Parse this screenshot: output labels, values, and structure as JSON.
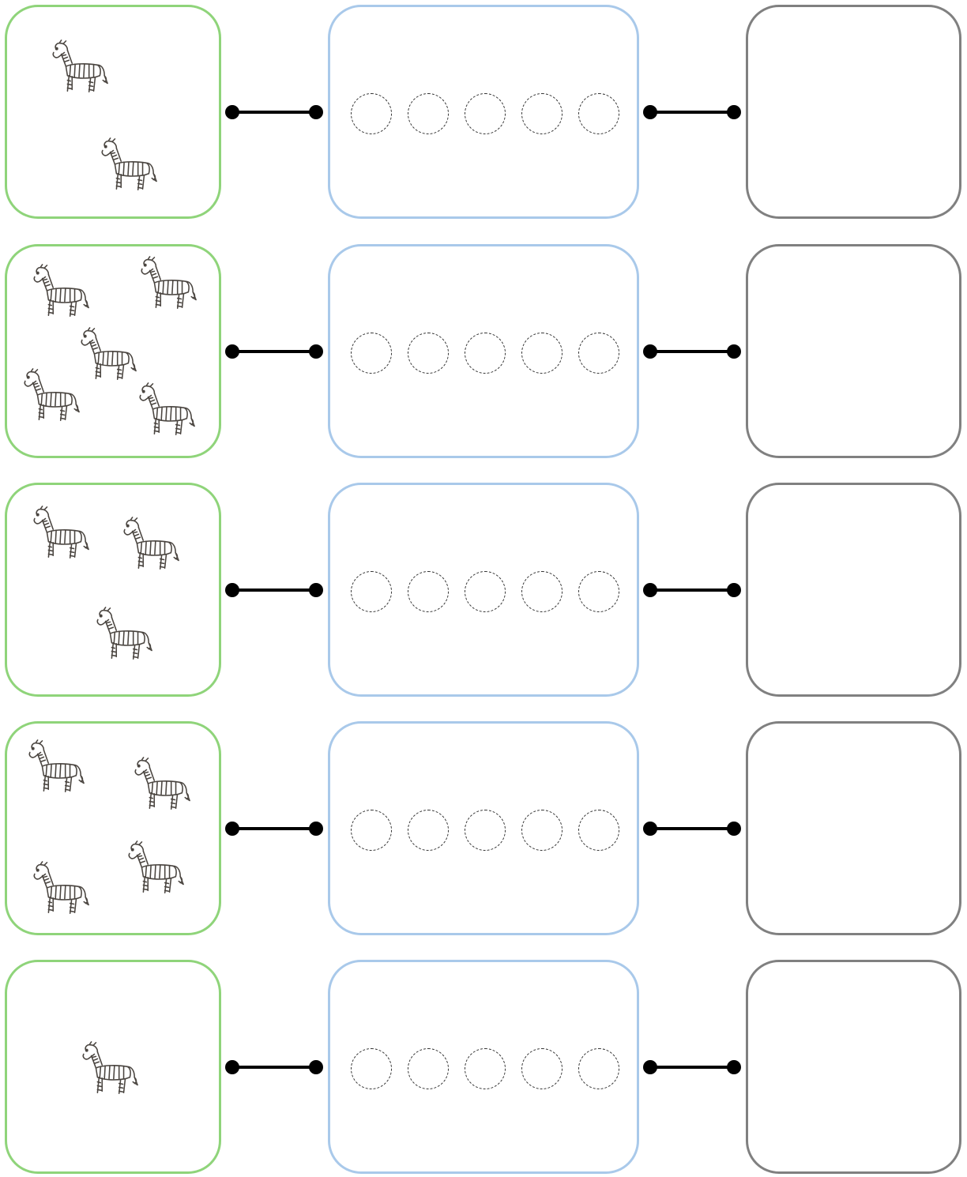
{
  "colors": {
    "picture_border": "#8fd47a",
    "circle_border": "#a9c9ea",
    "answer_border": "#808080",
    "connector": "#000000",
    "zebra_stroke": "#4a4540"
  },
  "icons": {
    "animal": "zebra-icon",
    "placeholder": "dashed-circle"
  },
  "rows": [
    {
      "zebra_count": 2,
      "circle_count": 5
    },
    {
      "zebra_count": 5,
      "circle_count": 5
    },
    {
      "zebra_count": 3,
      "circle_count": 5
    },
    {
      "zebra_count": 4,
      "circle_count": 5
    },
    {
      "zebra_count": 1,
      "circle_count": 5
    }
  ]
}
